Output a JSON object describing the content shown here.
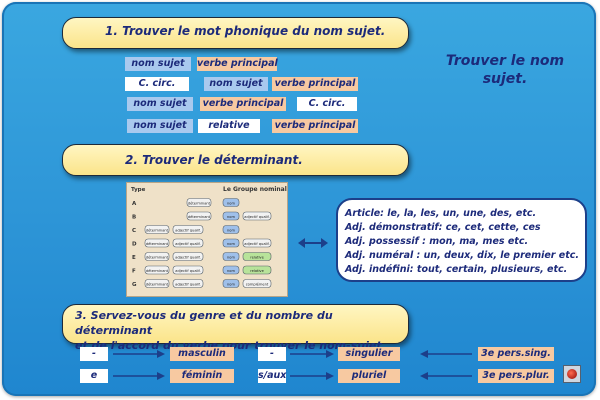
{
  "step1": {
    "title": "1. Trouver le mot phonique du nom sujet."
  },
  "step2": {
    "title": "2. Trouver le déterminant."
  },
  "step3": {
    "line1": "3. Servez-vous du genre et du nombre du déterminant",
    "line2": "et de l'accord du verbe pour trouver le nom-sujet"
  },
  "side_title": {
    "line1": "Trouver le nom",
    "line2": "sujet."
  },
  "patterns": [
    [
      "nom sujet",
      "verbe principal"
    ],
    [
      "C. circ.",
      "nom sujet",
      "verbe principal"
    ],
    [
      "nom sujet",
      "verbe principal",
      "C. circ."
    ],
    [
      "nom sujet",
      "relative",
      "verbe principal"
    ]
  ],
  "diagram": {
    "type_label": "Type",
    "title": "Le Groupe nominal",
    "rows": [
      "A",
      "B",
      "C",
      "D",
      "E",
      "F",
      "G"
    ],
    "labels": {
      "det": "déterminant",
      "nom": "nom",
      "adj": "adjectif qualif.",
      "cdn": "complément",
      "rel": "relative"
    }
  },
  "determinants": [
    "Article: le, la, les, un, une, des, etc.",
    "Adj. démonstratif: ce, cet, cette, ces",
    "Adj. possessif : mon, ma, mes etc.",
    "Adj. numéral : un, deux, dix, le premier etc.",
    "Adj. indéfini: tout, certain, plusieurs, etc."
  ],
  "genre_rows": [
    {
      "marker": "-",
      "genre": "masculin"
    },
    {
      "marker": "e",
      "genre": "féminin"
    }
  ],
  "nombre_rows": [
    {
      "marker": "-",
      "nombre": "singulier",
      "verb": "3e pers.sing."
    },
    {
      "marker": "s/aux",
      "nombre": "pluriel",
      "verb": "3e pers.plur."
    }
  ],
  "colors": {
    "accent": "#1c2a7a",
    "blue_tag": "#a9c9ee",
    "orange_tag": "#f7c9a1",
    "pill": "#fbe48a"
  }
}
